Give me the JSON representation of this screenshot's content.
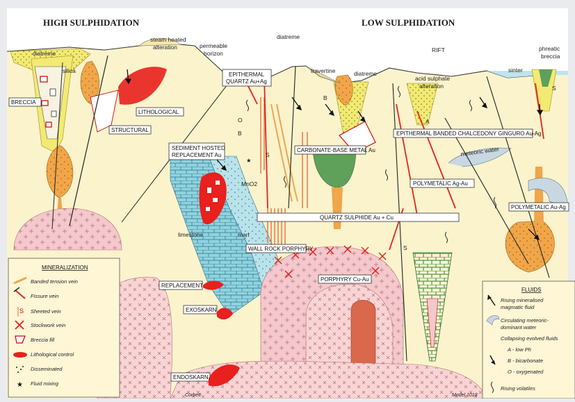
{
  "colors": {
    "background": "#e9ebee",
    "panel": "#fbf3cc",
    "surface_yellow": "#f2ea72",
    "orange_intrusion": "#f0a64a",
    "pink_intrusion": "#f4c8cc",
    "limestone_blue": "#8fd3df",
    "vein_red": "#e8201e",
    "green_alteration": "#5fa05a",
    "legend_box": "#fff6d6"
  },
  "headings": {
    "high": "HIGH SULPHIDATION",
    "low": "LOW SULPHIDATION"
  },
  "surface_labels": {
    "diatreme_left": "diatreme",
    "steam_heated_1": "steam heated",
    "steam_heated_2": "alteration",
    "permeable_1": "permeable",
    "permeable_2": "horizon",
    "diatreme_top": "diatreme",
    "travertine": "travertine",
    "diatreme_mid": "diatreme",
    "rift": "RIFT",
    "acid_1": "acid sulphate",
    "acid_2": "alteration",
    "sinter": "sinter",
    "phreatic_1": "phreatic",
    "phreatic_2": "breccia",
    "silica": "silica",
    "limestone": "limestone",
    "marl": "marl",
    "mno2": "MnO2",
    "meteoric": "meteoric water",
    "corbett": "Corbett",
    "model": "Model 1018"
  },
  "boxes": {
    "breccia": "BRECCIA",
    "lithological": "LITHOLOGICAL",
    "structural": "STRUCTURAL",
    "epithermal_qtz_1": "EPITHERMAL",
    "epithermal_qtz_2": "QUARTZ Au+Ag",
    "sediment_1": "SEDIMENT HOSTED",
    "sediment_2": "REPLACEMENT Au",
    "carbonate": "CARBONATE-BASE METAL Au",
    "chalcedony": "EPITHERMAL BANDED CHALCEDONY GINGURO Au-Ag",
    "poly_agau": "POLYMETALIC Ag-Au",
    "poly_auag": "POLYMETALIC Au-Ag",
    "quartz_sulphide": "QUARTZ SULPHIDE Au + Cu",
    "wall_rock": "WALL ROCK PORPHYRY",
    "porphyry": "PORPHYRY Cu-Au",
    "replacement": "REPLACEMENT",
    "exoskarn": "EXOSKARN",
    "endoskarn": "ENDOSKARN"
  },
  "letters": {
    "o": "O",
    "b": "B",
    "s": "S",
    "a": "A"
  },
  "mineralization": {
    "title": "MINERALIZATION",
    "items": [
      {
        "label": "Banded tension vein",
        "icon": "banded-vein-icon"
      },
      {
        "label": "Fissure vein",
        "icon": "fissure-vein-icon"
      },
      {
        "label": "Sheeted vein",
        "icon": "sheeted-vein-icon"
      },
      {
        "label": "Stockwork vein",
        "icon": "stockwork-icon"
      },
      {
        "label": "Breccia fill",
        "icon": "breccia-icon"
      },
      {
        "label": "Lithological control",
        "icon": "lithological-icon"
      },
      {
        "label": "Disseminated",
        "icon": "disseminated-icon"
      },
      {
        "label": "Fluid mixing",
        "icon": "star-icon"
      }
    ]
  },
  "fluids": {
    "title": "FLUIDS",
    "rising_1": "Rising mineralised",
    "rising_2": "magmatic fluid",
    "circ_1": "Circulating meteoric-",
    "circ_2": "dominant water",
    "collapse": "Collapsing evolved fluids",
    "a": "A   - low Ph",
    "b": "B   - bicarbonate",
    "o": "O   - oxygenated",
    "volatiles": "Rising volatiles"
  }
}
